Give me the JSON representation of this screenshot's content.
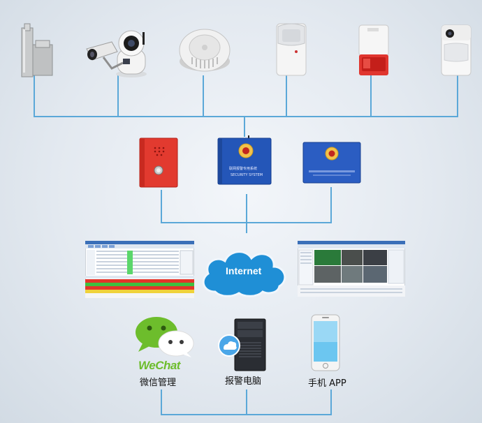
{
  "diagram": {
    "cloud_label": "Internet",
    "wechat_logo_text": "WeChat",
    "wechat_label": "微信管理",
    "pc_label": "报警电脑",
    "app_label": "手机 APP",
    "panel_text_1": "联网报警专用系统",
    "panel_text_2": "SECURITY SYSTEM"
  },
  "colors": {
    "wire": "#5ba8d8",
    "cloud": "#1f8fd6",
    "alarm_red": "#e0312c",
    "panel_blue": "#2456b8",
    "wechat_green": "#6dbd2c"
  },
  "icons": [
    "door-magnet-icon",
    "ip-camera-icon",
    "smoke-detector-icon",
    "pir-detector-icon",
    "strobe-siren-icon",
    "camera-pir-icon",
    "emergency-button-icon",
    "police-alarm-panel-icon",
    "alarm-host-icon",
    "monitoring-software-icon",
    "cloud-icon",
    "video-software-icon",
    "wechat-icon",
    "desktop-pc-icon",
    "smartphone-icon"
  ]
}
